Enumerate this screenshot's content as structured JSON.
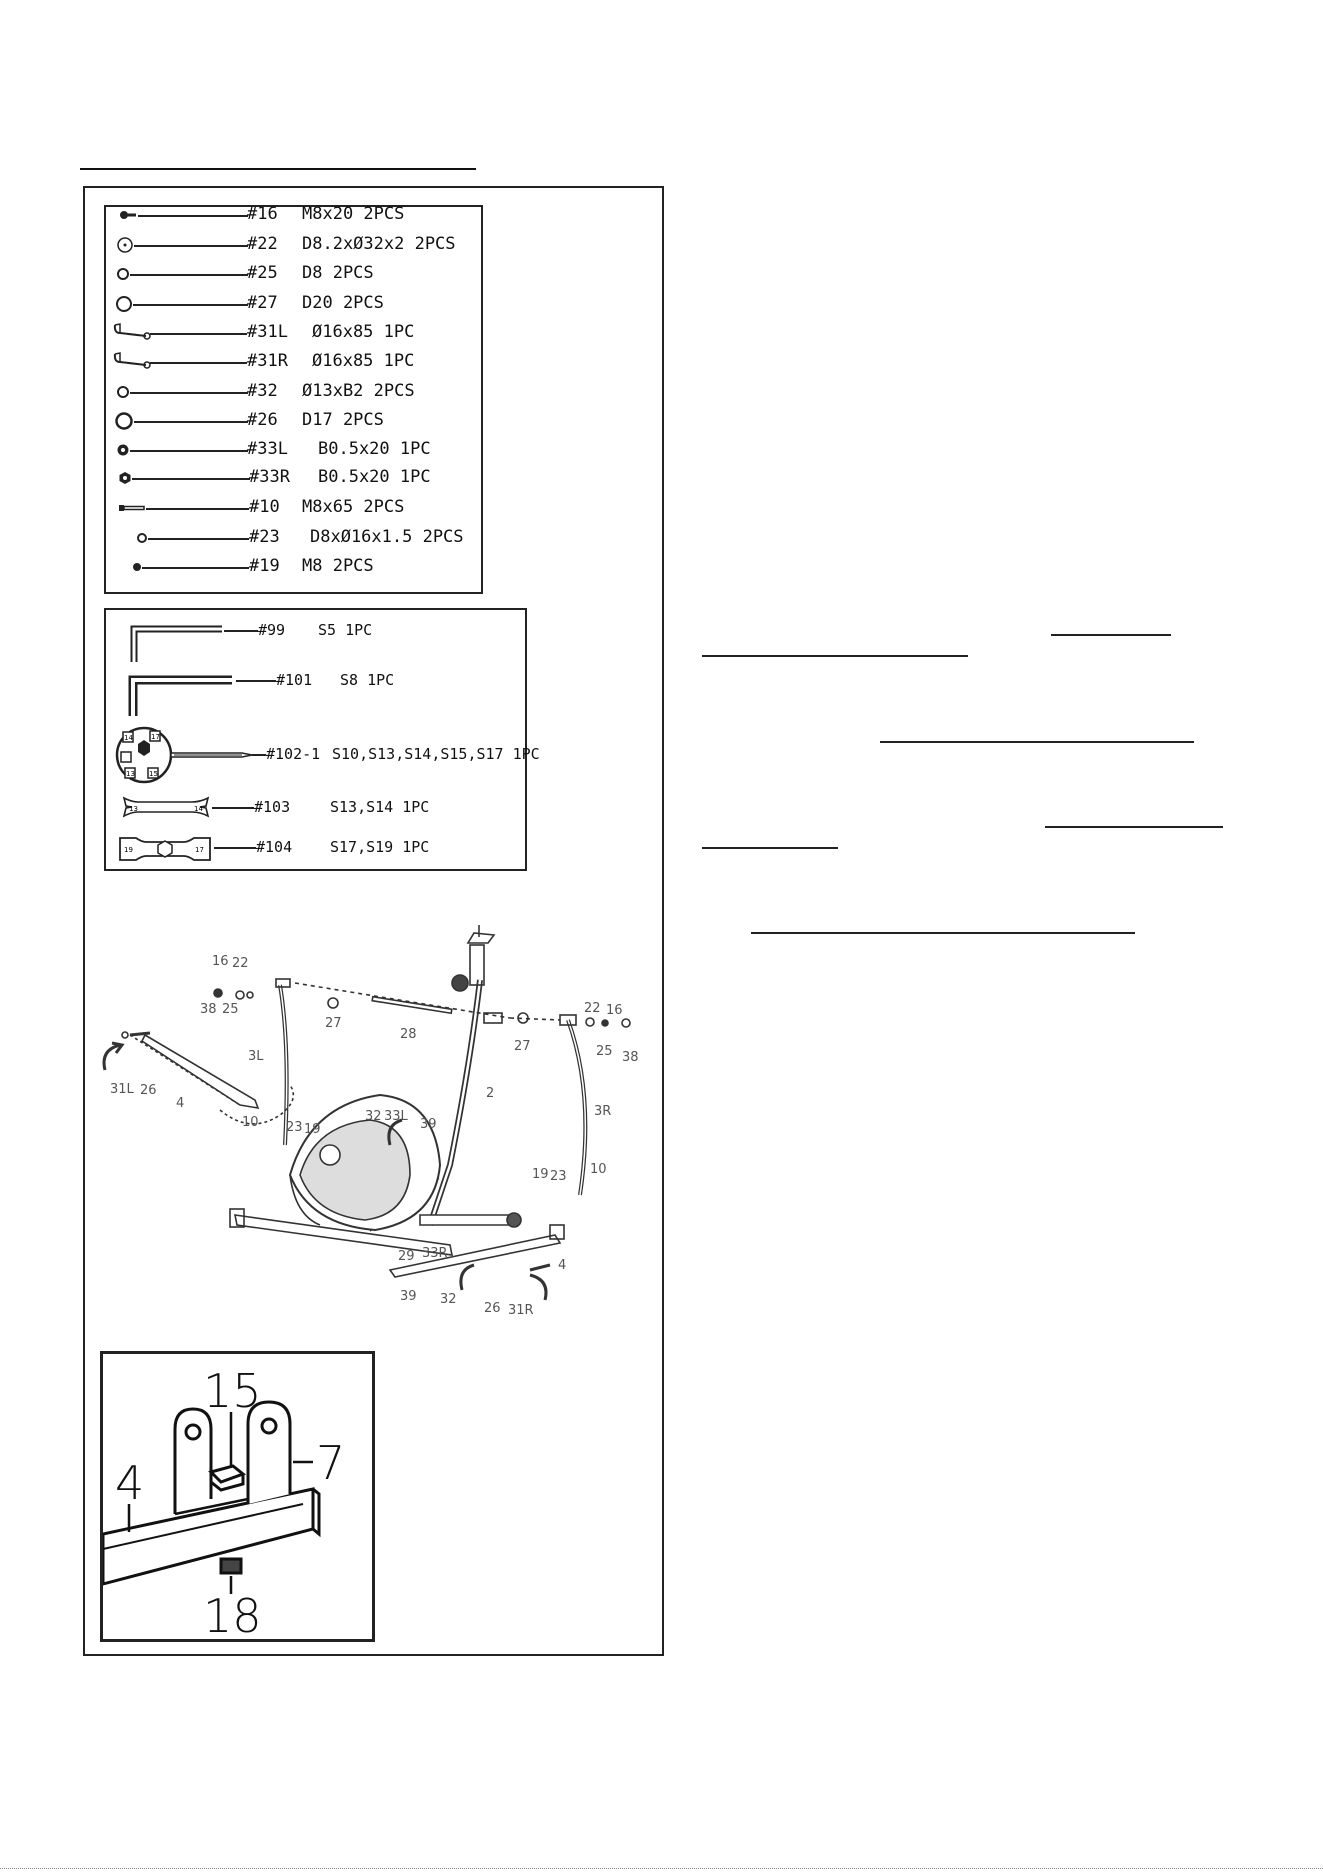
{
  "parts": [
    {
      "id": "#16",
      "spec": "M8x20 2PCS",
      "icon": "bolt-icon"
    },
    {
      "id": "#22",
      "spec": "D8.2xØ32x2 2PCS",
      "icon": "washer-icon"
    },
    {
      "id": "#25",
      "spec": "D8 2PCS",
      "icon": "washer-icon"
    },
    {
      "id": "#27",
      "spec": "D20 2PCS",
      "icon": "washer-icon"
    },
    {
      "id": "#31L",
      "spec": "Ø16x85 1PC",
      "icon": "axle-icon"
    },
    {
      "id": "#31R",
      "spec": "Ø16x85 1PC",
      "icon": "axle-icon"
    },
    {
      "id": "#32",
      "spec": "Ø13xB2 2PCS",
      "icon": "washer-icon"
    },
    {
      "id": "#26",
      "spec": "D17 2PCS",
      "icon": "washer-icon"
    },
    {
      "id": "#33L",
      "spec": "B0.5x20 1PC",
      "icon": "nut-icon"
    },
    {
      "id": "#33R",
      "spec": "B0.5x20 1PC",
      "icon": "nut-icon"
    },
    {
      "id": "#10",
      "spec": "M8x65 2PCS",
      "icon": "bolt-icon"
    },
    {
      "id": "#23",
      "spec": "D8xØ16x1.5 2PCS",
      "icon": "washer-icon"
    },
    {
      "id": "#19",
      "spec": "M8 2PCS",
      "icon": "nut-icon"
    }
  ],
  "tools": [
    {
      "id": "#99",
      "spec": "S5 1PC",
      "icon": "allen-key-icon"
    },
    {
      "id": "#101",
      "spec": "S8 1PC",
      "icon": "allen-key-icon"
    },
    {
      "id": "#102-1",
      "spec": "S10,S13,S14,S15,S17 1PC",
      "icon": "multi-socket-wrench-icon"
    },
    {
      "id": "#103",
      "spec": "S13,S14 1PC",
      "icon": "open-end-wrench-icon"
    },
    {
      "id": "#104",
      "spec": "S17,S19 1PC",
      "icon": "box-wrench-icon"
    }
  ],
  "diagram_labels": {
    "l16": "16",
    "l22": "22",
    "l38": "38",
    "l25": "25",
    "l27a": "27",
    "l28": "28",
    "l3L": "3L",
    "l2": "2",
    "l27b": "27",
    "r22": "22",
    "r16": "16",
    "r25": "25",
    "r38": "38",
    "l3R": "3R",
    "l10": "10",
    "l23": "23",
    "l19": "19",
    "l32": "32",
    "l33L": "33L",
    "l39a": "39",
    "l31L": "31L",
    "l26": "26",
    "l4": "4",
    "r19": "19",
    "r23": "23",
    "r10": "10",
    "l39b": "39",
    "l29": "29",
    "l33R": "33R",
    "l32b": "32",
    "l26b": "26",
    "l31R": "31R",
    "l4b": "4"
  },
  "detail_labels": {
    "d15": "15",
    "d4": "4",
    "d7": "7",
    "d18": "18"
  },
  "wrench_marks": {
    "w13": "13",
    "w14": "14",
    "w17a": "17",
    "w19": "19",
    "w17b": "17",
    "w14b": "14",
    "w15": "15",
    "w13b": "13"
  }
}
